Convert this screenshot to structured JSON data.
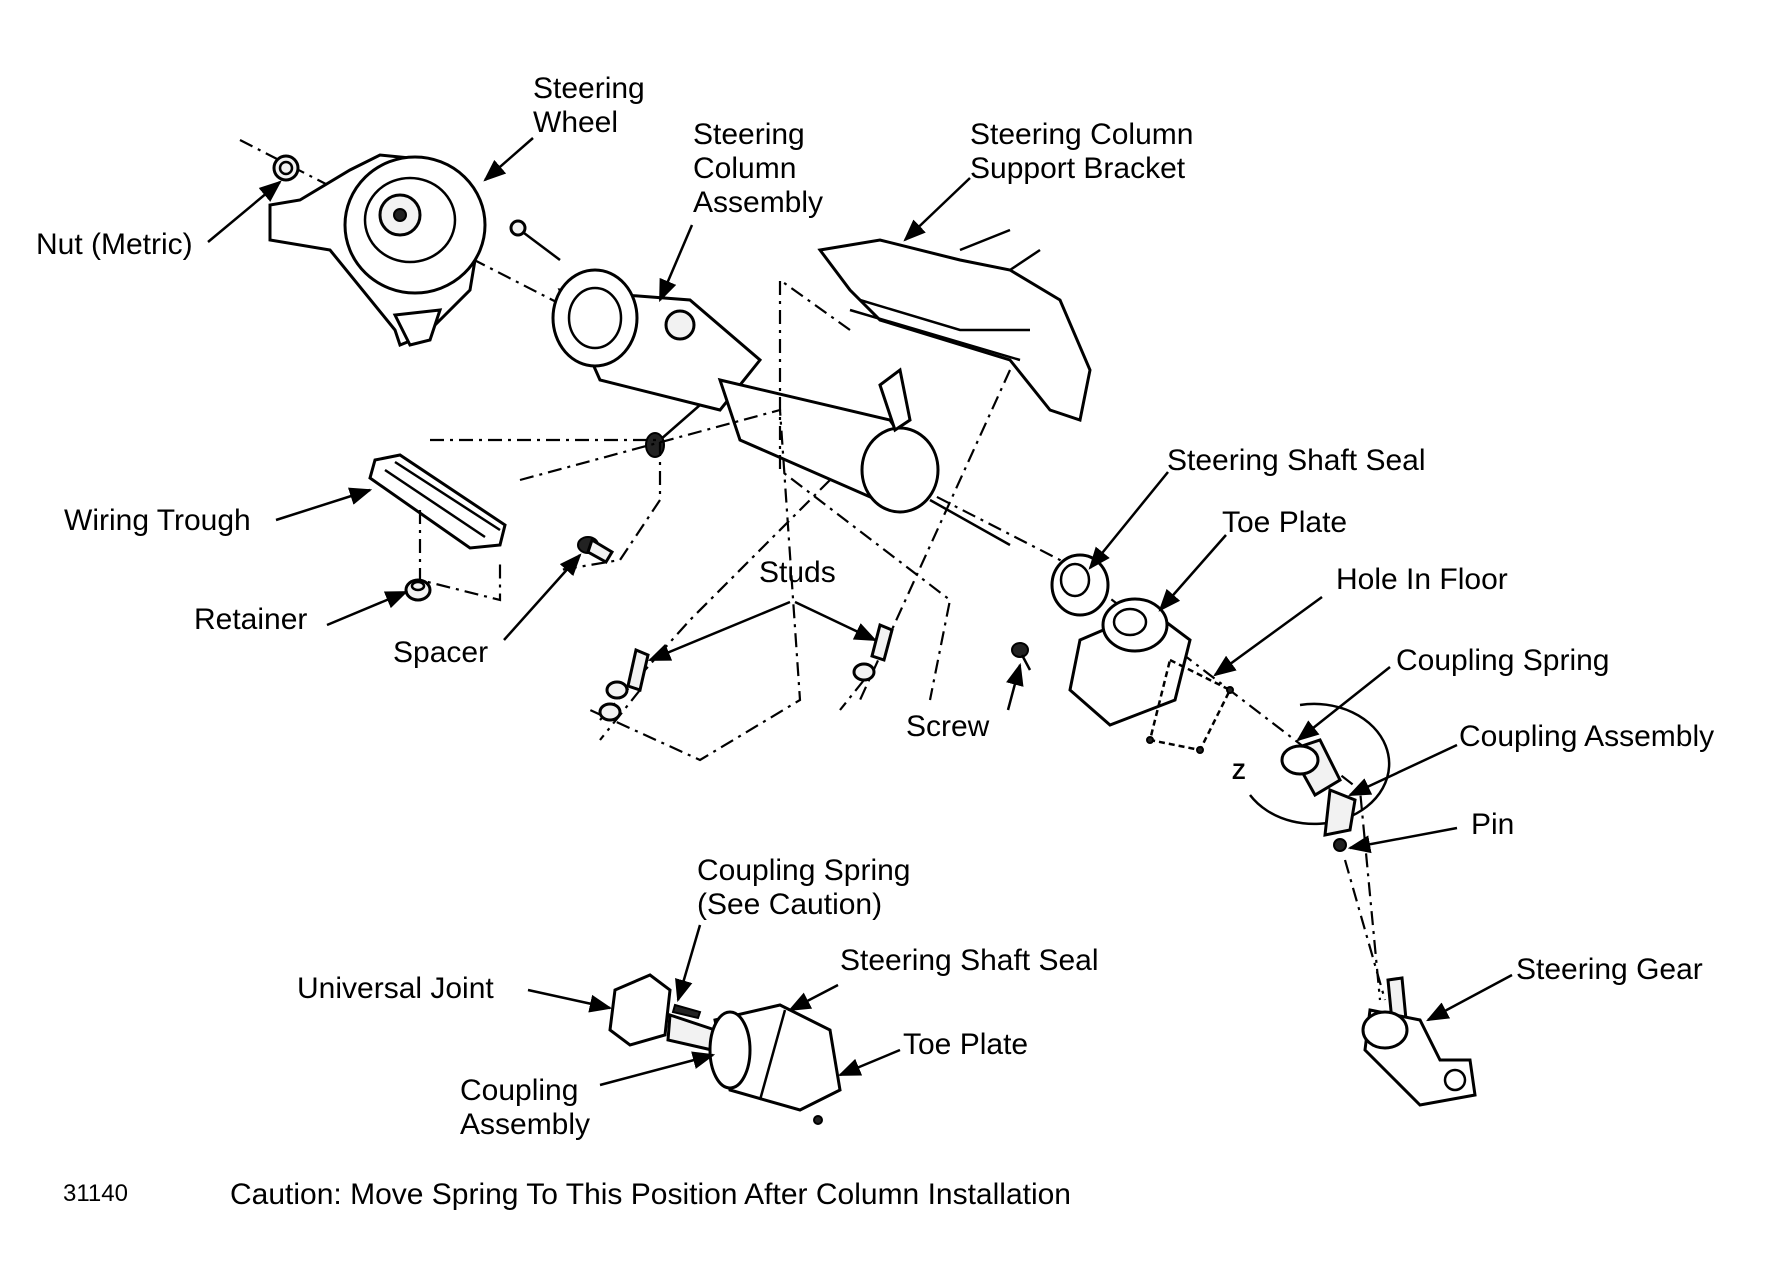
{
  "labels": {
    "steering_wheel": "Steering\nWheel",
    "steering_column_assembly": "Steering\nColumn\nAssembly",
    "steering_column_support_bracket": "Steering Column\nSupport Bracket",
    "nut_metric": "Nut (Metric)",
    "wiring_trough": "Wiring Trough",
    "retainer": "Retainer",
    "spacer": "Spacer",
    "studs": "Studs",
    "steering_shaft_seal": "Steering Shaft Seal",
    "toe_plate": "Toe Plate",
    "hole_in_floor": "Hole In Floor",
    "coupling_spring": "Coupling Spring",
    "coupling_assembly": "Coupling Assembly",
    "screw": "Screw",
    "pin": "Pin",
    "z_marker": "Z",
    "steering_gear": "Steering Gear",
    "inset_coupling_spring": "Coupling Spring\n(See Caution)",
    "inset_universal_joint": "Universal Joint",
    "inset_steering_shaft_seal": "Steering Shaft Seal",
    "inset_toe_plate": "Toe Plate",
    "inset_coupling_assembly": "Coupling\nAssembly"
  },
  "figure_number": "31140",
  "caution": "Caution: Move Spring To This Position After Column Installation"
}
